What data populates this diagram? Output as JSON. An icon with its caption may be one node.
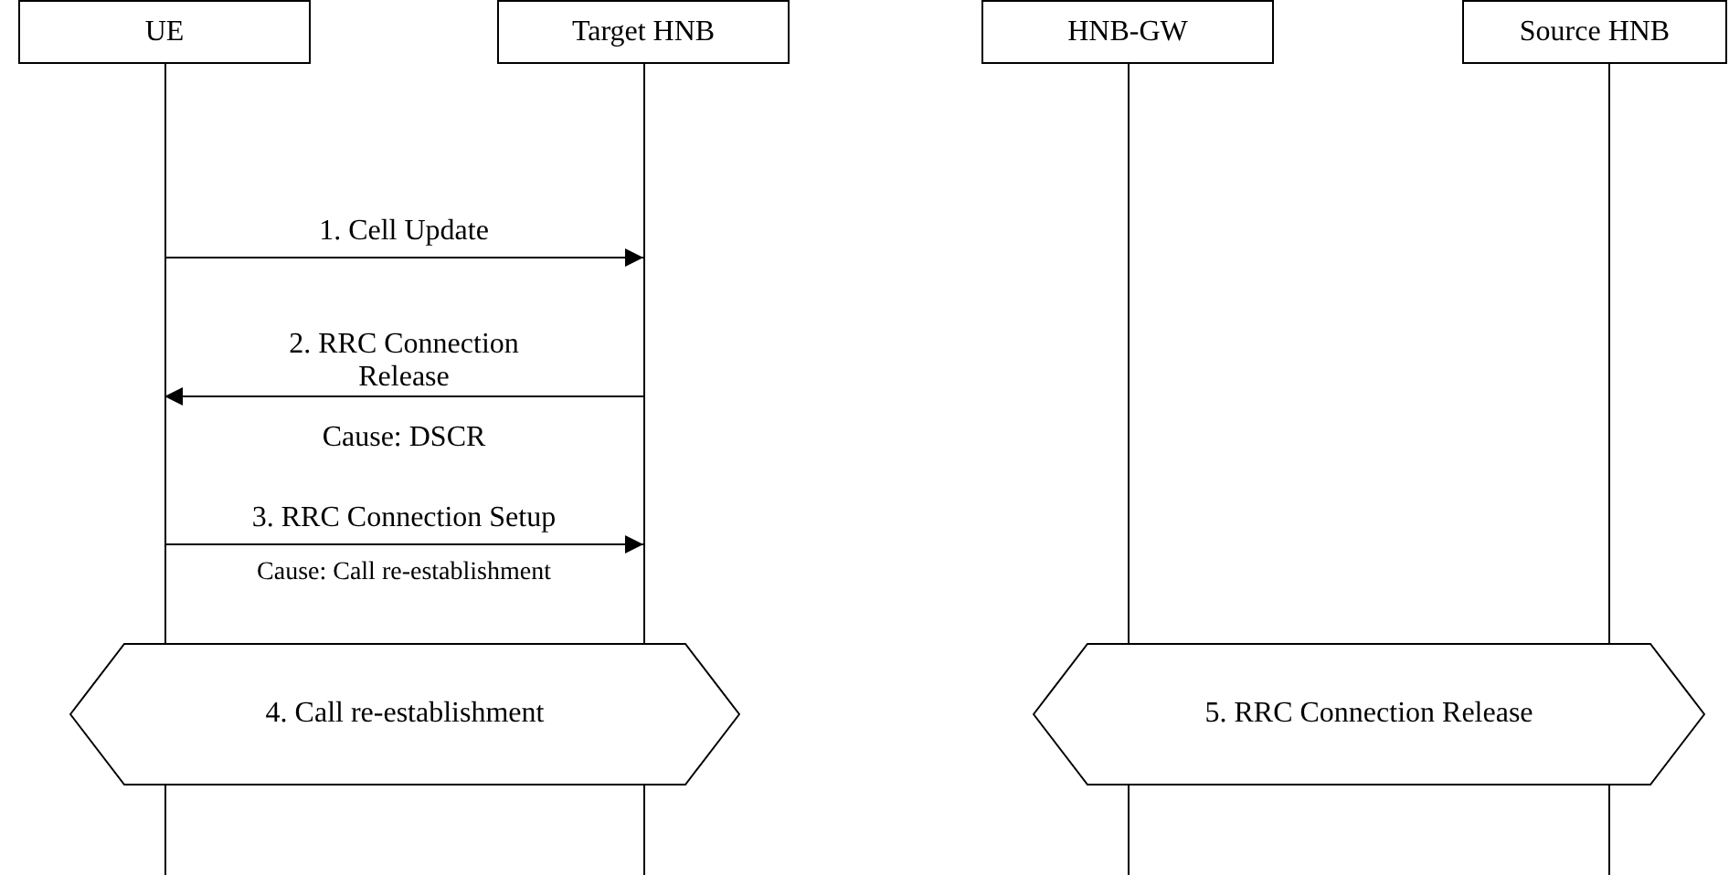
{
  "diagram": {
    "nodes": [
      {
        "text": [
          "UE"
        ]
      },
      {
        "text": [
          "Target HNB"
        ]
      },
      {
        "text": [
          "HNB-GW"
        ]
      },
      {
        "text": [
          "Source HNB"
        ]
      },
      {
        "text": [
          "4. Call re-establishment"
        ]
      },
      {
        "text": [
          "5. RRC Connection Release"
        ]
      }
    ],
    "edges": [
      {
        "from": 0,
        "to": 1,
        "arrow": "to",
        "label": "1. Cell Update"
      },
      {
        "from": 1,
        "to": 0,
        "arrow": "to",
        "label": "2. RRC Connection Release"
      },
      {
        "from": 0,
        "to": 1,
        "arrow": "to",
        "label": "3. RRC Connection Setup"
      }
    ],
    "labels": [
      "Cause: DSCR",
      "Cause: Call re-establishment"
    ]
  }
}
